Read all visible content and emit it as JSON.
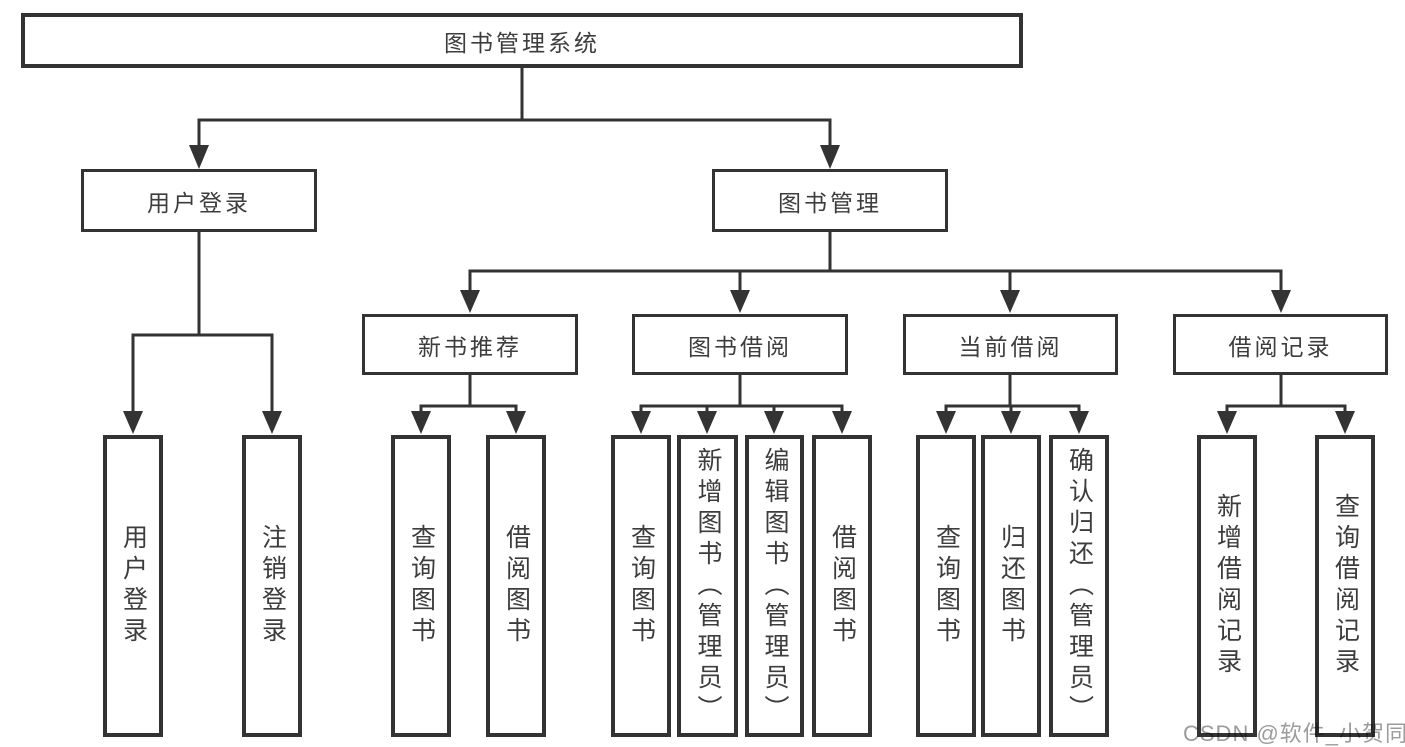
{
  "nodes": {
    "root": "图书管理系统",
    "level2": {
      "user_login": "用户登录",
      "book_management": "图书管理"
    },
    "level3": {
      "new_book_recommend": "新书推荐",
      "book_borrow": "图书借阅",
      "current_borrow": "当前借阅",
      "borrow_records": "借阅记录"
    },
    "leaves": {
      "user_login": [
        "用户登录",
        "注销登录"
      ],
      "new_book_recommend": [
        "查询图书",
        "借阅图书"
      ],
      "book_borrow": [
        "查询图书",
        "新增图书（管理员）",
        "编辑图书（管理员）",
        "借阅图书"
      ],
      "current_borrow": [
        "查询图书",
        "归还图书",
        "确认归还（管理员）"
      ],
      "borrow_records": [
        "新增借阅记录",
        "查询借阅记录"
      ]
    }
  },
  "watermark": "CSDN @软件_小贺同学",
  "colors": {
    "line": "#333333",
    "text": "#3d3d3d",
    "background": "#ffffff",
    "watermark": "#9c9c9c"
  }
}
